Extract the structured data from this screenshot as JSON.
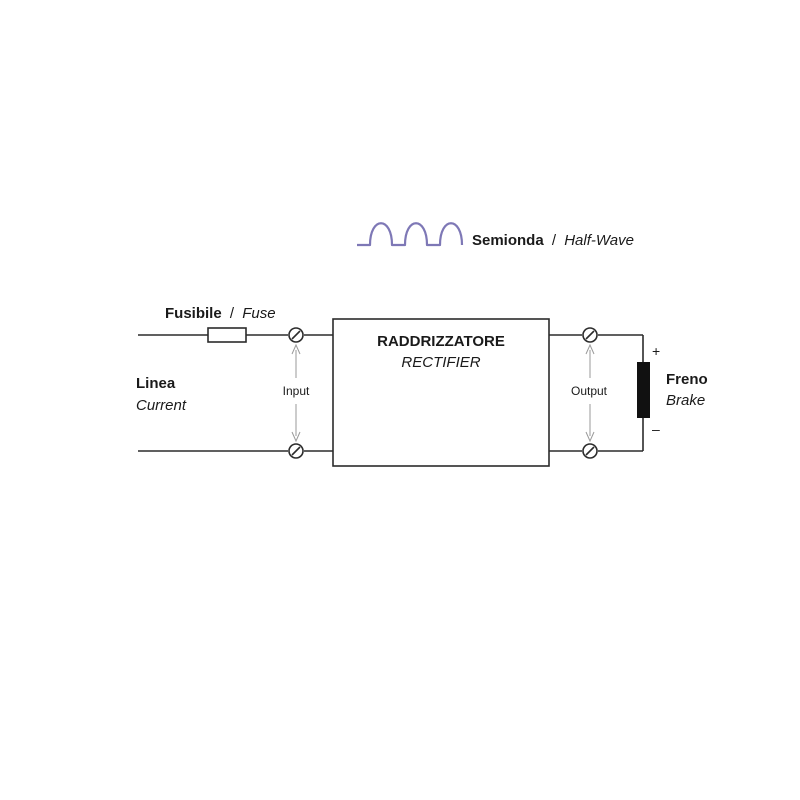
{
  "legend": {
    "label_it": "Semionda",
    "separator": "/",
    "label_en": "Half-Wave",
    "wave_color": "#7e78b6"
  },
  "fuse": {
    "label_it": "Fusibile",
    "separator": "/",
    "label_en": "Fuse"
  },
  "line": {
    "label_it": "Linea",
    "label_en": "Current"
  },
  "rectifier": {
    "label_it": "RADDRIZZATORE",
    "label_en": "RECTIFIER"
  },
  "input": {
    "label": "Input"
  },
  "output": {
    "label": "Output"
  },
  "brake": {
    "label_it": "Freno",
    "label_en": "Brake",
    "plus": "+",
    "minus": "–"
  },
  "colors": {
    "wire": "#2b2b2b",
    "arrow": "#9a9a9a",
    "brake_fill": "#111111"
  }
}
